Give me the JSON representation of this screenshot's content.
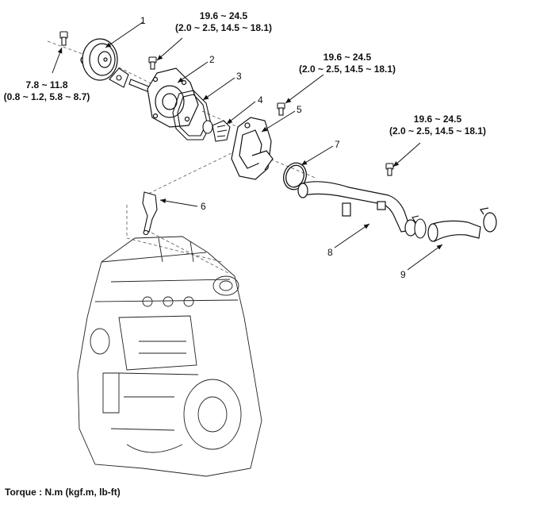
{
  "callouts": [
    {
      "id": "1",
      "text": "1"
    },
    {
      "id": "2",
      "text": "2"
    },
    {
      "id": "3",
      "text": "3"
    },
    {
      "id": "4",
      "text": "4"
    },
    {
      "id": "5",
      "text": "5"
    },
    {
      "id": "6",
      "text": "6"
    },
    {
      "id": "7",
      "text": "7"
    },
    {
      "id": "8",
      "text": "8"
    },
    {
      "id": "9",
      "text": "9"
    }
  ],
  "torque_specs": [
    {
      "line1": "7.8 ~ 11.8",
      "line2": "(0.8 ~ 1.2, 5.8 ~ 8.7)"
    },
    {
      "line1": "19.6 ~ 24.5",
      "line2": "(2.0 ~ 2.5, 14.5 ~ 18.1)"
    },
    {
      "line1": "19.6 ~ 24.5",
      "line2": "(2.0 ~ 2.5, 14.5 ~ 18.1)"
    },
    {
      "line1": "19.6 ~ 24.5",
      "line2": "(2.0 ~ 2.5, 14.5 ~ 18.1)"
    }
  ],
  "footer": {
    "torque_units": "Torque : N.m (kgf.m, lb-ft)"
  }
}
